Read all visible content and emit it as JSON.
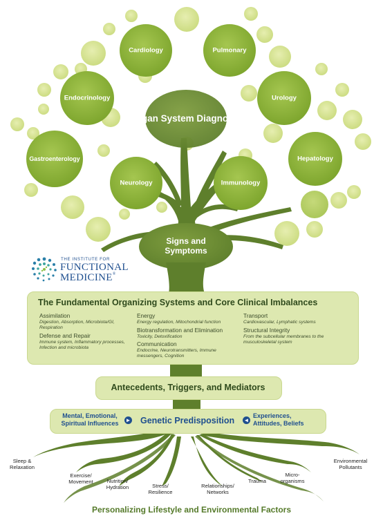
{
  "tree": {
    "top_label": "Organ System Diagnosis",
    "trunk_label": "Signs and Symptoms",
    "organs": [
      "Cardiology",
      "Pulmonary",
      "Endocrinology",
      "Urology",
      "Gastroenterology",
      "Hepatology",
      "Neurology",
      "Immunology"
    ]
  },
  "logo": {
    "line1": "THE INSTITUTE FOR",
    "line2": "FUNCTIONAL",
    "line3": "MEDICINE",
    "reg": "®"
  },
  "fundamental": {
    "title": "The Fundamental Organizing Systems and Core Clinical Imbalances",
    "col1": [
      {
        "head": "Assimilation",
        "detail": "Digestion, Absorption, Microbiota/GI, Respiration"
      },
      {
        "head": "Defense and Repair",
        "detail": "Immune system, Inflammatory processes, Infection and microbiota"
      }
    ],
    "col2": [
      {
        "head": "Energy",
        "detail": "Energy regulation, Mitochondrial function"
      },
      {
        "head": "Biotransformation and Elimination",
        "detail": "Toxicity, Detoxification"
      },
      {
        "head": "Communication",
        "detail": "Endocrine, Neurotransmitters, Immune messengers, Cognition"
      }
    ],
    "col3": [
      {
        "head": "Transport",
        "detail": "Cardiovascular, Lymphatic systems"
      },
      {
        "head": "Structural Integrity",
        "detail": "From the subcellular membranes to the musculoskeletal system"
      }
    ]
  },
  "antecedents": "Antecedents, Triggers, and Mediators",
  "genetic": {
    "left": "Mental, Emotional, Spiritual Influences",
    "center": "Genetic Predisposition",
    "right": "Experiences, Attitudes, Beliefs"
  },
  "roots": [
    "Sleep & Relaxation",
    "Exercise/ Movement",
    "Nutrition/ Hydration",
    "Stress/ Resilience",
    "Relationships/ Networks",
    "Trauma",
    "Micro- organisms",
    "Environmental Pollutants"
  ],
  "footer": "Personalizing Lifestyle and Environmental Factors",
  "colors": {
    "leaf_green": "#8db33a",
    "light_leaf": "#d5e28c",
    "trunk": "#5e7f2c",
    "box_fill": "#dde8b0",
    "text_dark": "#2f4a1c",
    "blue": "#1f4f8f"
  }
}
